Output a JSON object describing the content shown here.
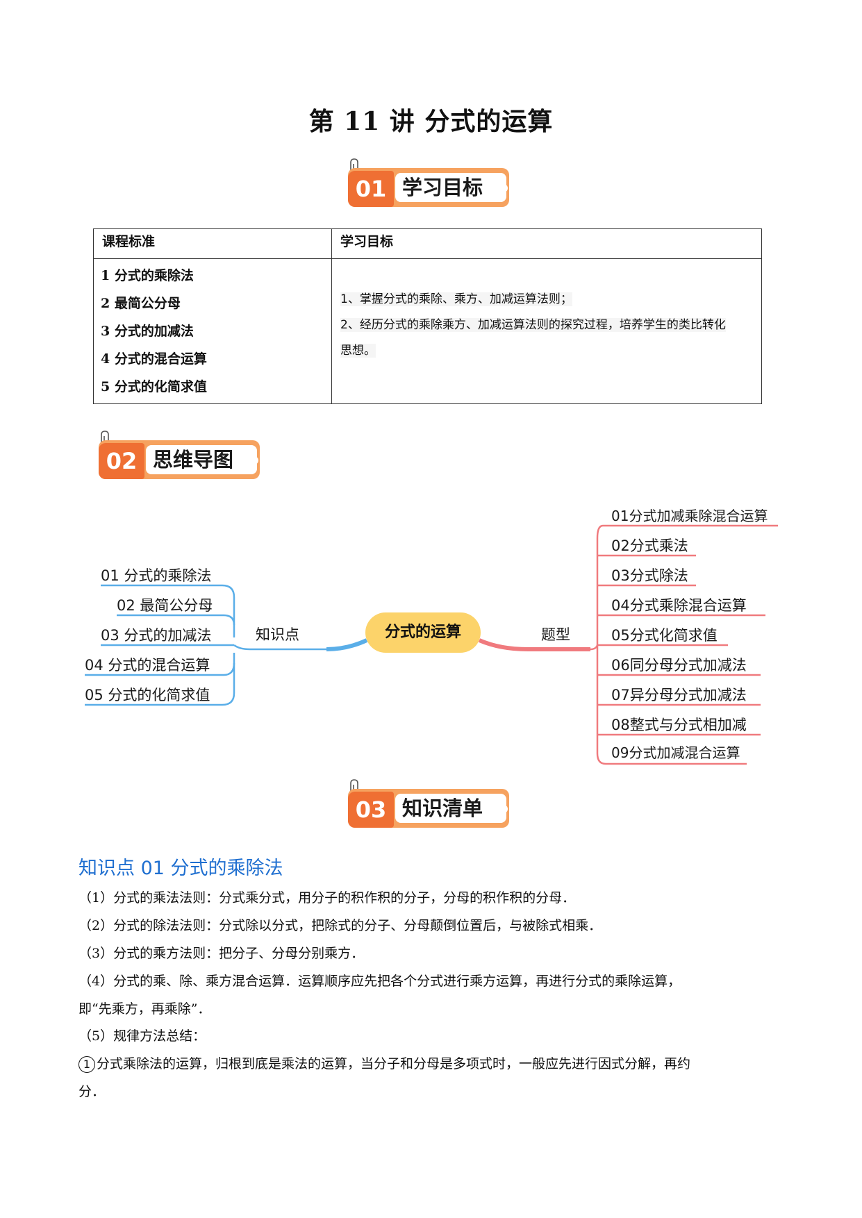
{
  "title": "第 11 讲  分式的运算",
  "sections": [
    {
      "num": "01",
      "label": "学习目标"
    },
    {
      "num": "02",
      "label": "思维导图"
    },
    {
      "num": "03",
      "label": "知识清单"
    }
  ],
  "goals_table": {
    "header_left": "课程标准",
    "header_right": "学习目标",
    "standards": [
      "1 分式的乘除法",
      "2 最简公分母",
      "3 分式的加减法",
      "4 分式的混合运算",
      "5 分式的化简求值"
    ],
    "goals": [
      "1、掌握分式的乘除、乘方、加减运算法则；",
      "2、经历分式的乘除乘方、加减运算法则的探究过程，培养学生的类比转化",
      "思想。"
    ]
  },
  "mindmap": {
    "center": "分式的运算",
    "left_branch": "知识点",
    "right_branch": "题型",
    "left_items": [
      "01 分式的乘除法",
      "02 最简公分母",
      "03 分式的加减法",
      "04 分式的混合运算",
      "05 分式的化简求值"
    ],
    "right_items": [
      "01分式加减乘除混合运算",
      "02分式乘法",
      "03分式除法",
      "04分式乘除混合运算",
      "05分式化简求值",
      "06同分母分式加减法",
      "07异分母分式加减法",
      "08整式与分式相加减",
      "09分式加减混合运算"
    ],
    "left_color": "#5aaee8",
    "right_color": "#f07a7e"
  },
  "knowledge": {
    "heading": "知识点 01 分式的乘除法",
    "p1": "（1）分式的乘法法则：分式乘分式，用分子的积作积的分子，分母的积作积的分母．",
    "p2": "（2）分式的除法法则：分式除以分式，把除式的分子、分母颠倒位置后，与被除式相乘．",
    "p3": "（3）分式的乘方法则：把分子、分母分别乘方．",
    "p4a": "（4）分式的乘、除、乘方混合运算．运算顺序应先把各个分式进行乘方运算，再进行分式的乘除运算，",
    "p4b": "即“先乘方，再乘除”．",
    "p5": "（5）规律方法总结：",
    "p6_mark": "1",
    "p6a": "分式乘除法的运算，归根到底是乘法的运算，当分子和分母是多项式时，一般应先进行因式分解，再约",
    "p6b": "分．"
  }
}
